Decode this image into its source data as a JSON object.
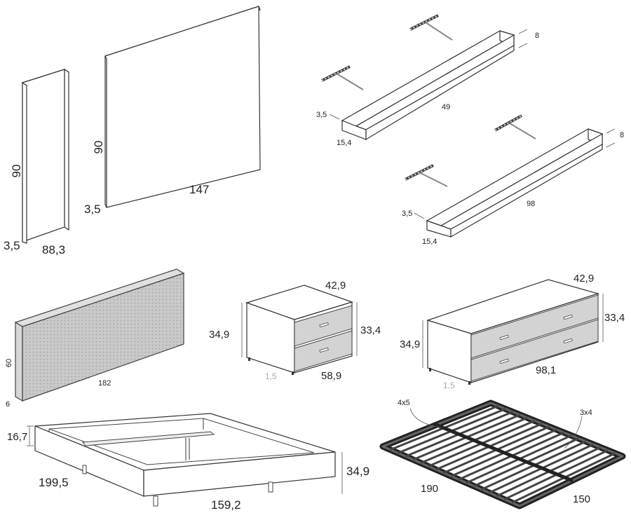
{
  "panel_small": {
    "height": "90",
    "depth": "3,5",
    "width": "88,3"
  },
  "panel_large": {
    "height": "90",
    "depth": "3,5",
    "width": "147"
  },
  "shelf_short": {
    "height": "8",
    "depth": "3,5",
    "length": "49",
    "width": "15,4"
  },
  "shelf_long": {
    "height": "8",
    "depth": "3,5",
    "length": "98",
    "width": "15,4"
  },
  "headboard": {
    "height": "60",
    "depth": "6",
    "width": "182"
  },
  "nightstand": {
    "width": "58,9",
    "depth": "42,9",
    "height_total": "34,9",
    "height_front": "33,4",
    "foot": "1,5"
  },
  "dresser": {
    "width": "98,1",
    "depth": "42,9",
    "height_total": "34,9",
    "height_front": "33,4",
    "foot": "1,5"
  },
  "bed_frame": {
    "length": "199,5",
    "width": "159,2",
    "height": "34,9",
    "frame_height": "16,7"
  },
  "slat_base": {
    "length": "190",
    "width": "150",
    "label_left": "4x5",
    "label_right": "3x4"
  },
  "colors": {
    "line": "#333333",
    "front_fill": "#d3d3d3",
    "fabric": "#c9c9c9",
    "slat": "#222222"
  }
}
